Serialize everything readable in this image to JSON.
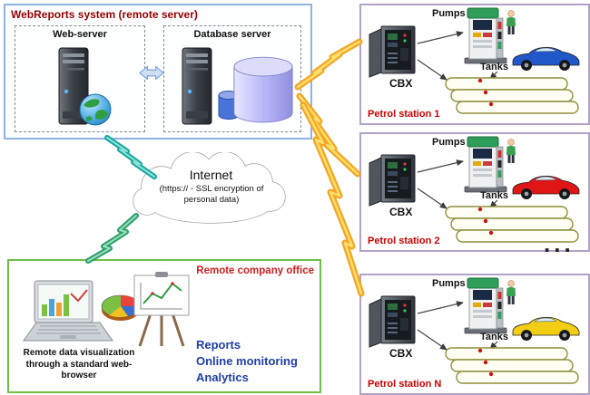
{
  "webreports": {
    "title": "WebReports system (remote server)",
    "web_server_label": "Web-server",
    "db_server_label": "Database server"
  },
  "internet": {
    "title": "Internet",
    "subtitle": "(https:// - SSL encryption of personal data)"
  },
  "office": {
    "title": "Remote company office",
    "caption": "Remote data visualization through a standard web-browser",
    "features": [
      "Reports",
      "Online monitoring",
      "Analytics"
    ]
  },
  "stations": [
    {
      "name": "Petrol station 1",
      "pumps_label": "Pumps",
      "tanks_label": "Tanks",
      "cbx_label": "CBX",
      "car_color": "#2057c9"
    },
    {
      "name": "Petrol station 2",
      "pumps_label": "Pumps",
      "tanks_label": "Tanks",
      "cbx_label": "CBX",
      "car_color": "#e01616"
    },
    {
      "name": "Petrol station N",
      "pumps_label": "Pumps",
      "tanks_label": "Tanks",
      "cbx_label": "CBX",
      "car_color": "#f2cd14"
    }
  ],
  "ellipsis": "...",
  "icons": {
    "web_server": "server-tower-with-globe",
    "database_server": "server-tower-with-small-cylinder",
    "database_storage": "big-cylinder",
    "server_link": "double-headed-arrow",
    "internet": "cloud",
    "office_equipment": [
      "laptop",
      "pie-chart",
      "flipchart"
    ],
    "station_equipment": [
      "fuel-pump",
      "attendant",
      "car",
      "cbx-cabinet",
      "fuel-tanks"
    ],
    "connections": "lightning-bolt"
  },
  "colors": {
    "webreports_border": "#8eb4e3",
    "office_border": "#6fbf44",
    "station_border": "#b3a2c7",
    "webreports_title": "#990000",
    "station_name_red": "#cc0000",
    "office_title_red": "#cc2020",
    "features_blue": "#1f3fa8",
    "bolt_yellow": "#f5a623",
    "bolt_teal": "#16a8a0",
    "bolt_green": "#28a06c"
  }
}
